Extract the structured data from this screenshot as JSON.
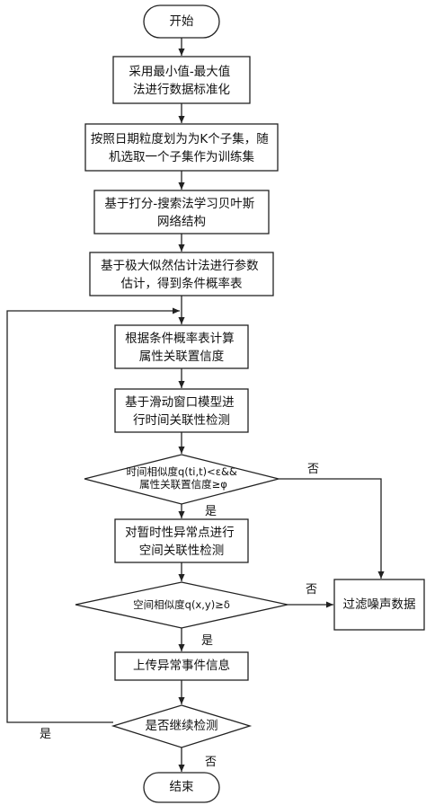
{
  "flowchart": {
    "start": "开始",
    "steps": {
      "normalize": [
        "采用最小值-最大值",
        "法进行数据标准化"
      ],
      "split": [
        "按照日期粒度划为为K个子集，随",
        "机选取一个子集作为训练集"
      ],
      "structure": [
        "基于打分-搜索法学习贝叶斯",
        "网络结构"
      ],
      "estimate": [
        "基于极大似然估计法进行参数",
        "估计，得到条件概率表"
      ],
      "compute": [
        "根据条件概率表计算",
        "属性关联置信度"
      ],
      "temporal": [
        "基于滑动窗口模型进",
        "行时间关联性检测"
      ],
      "spatial": [
        "对暂时性异常点进行",
        "空间关联性检测"
      ],
      "upload": [
        "上传异常事件信息"
      ],
      "filter": [
        "过滤噪声数据"
      ]
    },
    "decisions": {
      "temporal_cond": [
        "时间相似度q(ti,t)<ε&&",
        "属性关联置信度≥φ"
      ],
      "spatial_cond": [
        "空间相似度q(x,y)≥δ"
      ],
      "continue_cond": [
        "是否继续检测"
      ]
    },
    "end": "结束",
    "edge_labels": {
      "yes": "是",
      "no": "否"
    }
  }
}
